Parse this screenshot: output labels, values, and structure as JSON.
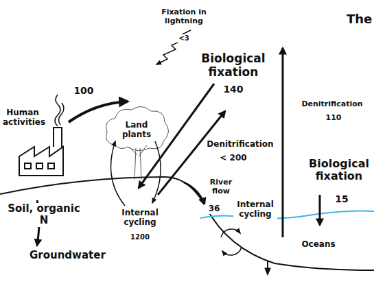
{
  "diagram": {
    "labels": [
      "Fixation in lightning",
      "<3",
      "The",
      "100",
      "Human activities",
      "Biological fixation",
      "140",
      "Land plants",
      "Denitrification",
      "< 200",
      "Denitrification",
      "110",
      "Biological fixation",
      "15",
      "Soil, organic N",
      "River flow",
      "36",
      "Internal cycling",
      "1200",
      "Internal cycling",
      "Groundwater",
      "Oceans"
    ]
  }
}
